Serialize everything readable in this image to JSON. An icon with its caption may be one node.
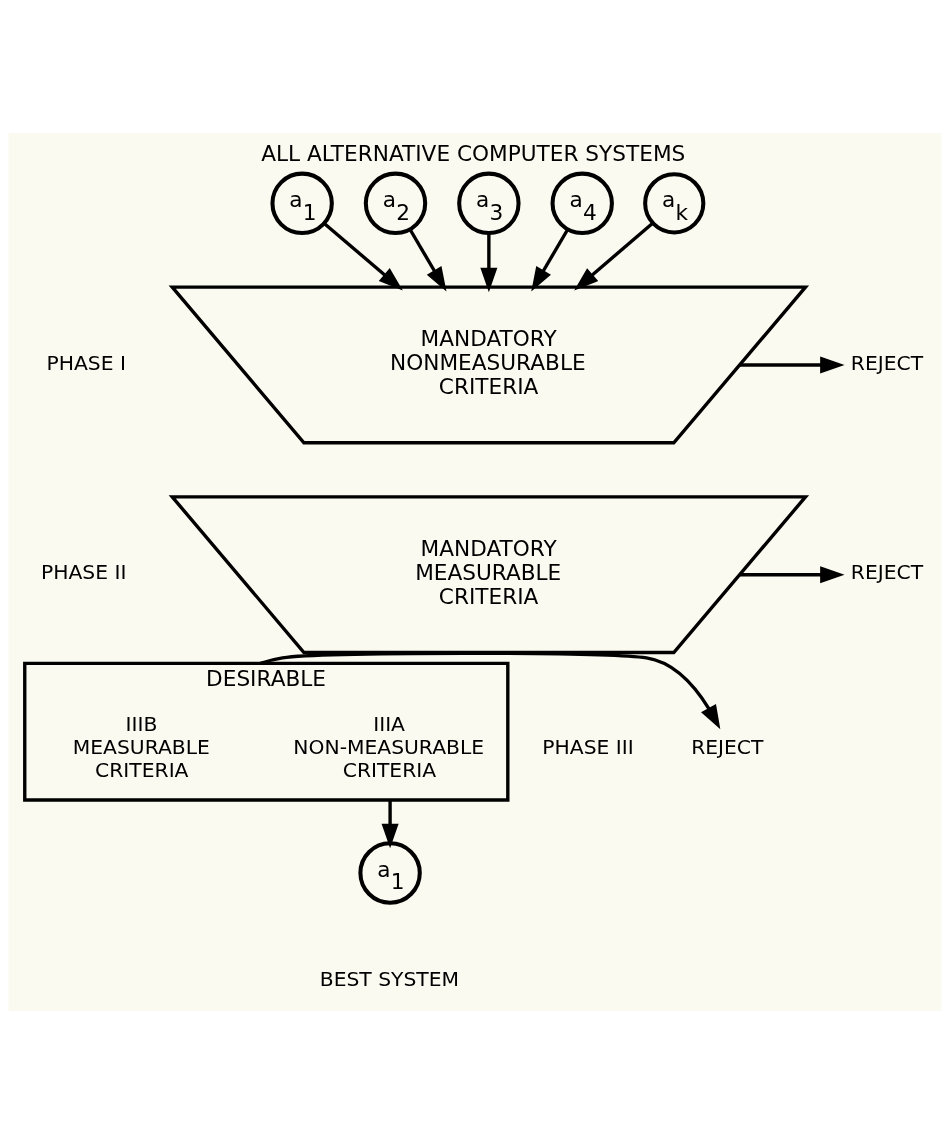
{
  "diagram": {
    "title": "ALL ALTERNATIVE COMPUTER SYSTEMS",
    "nodes": [
      {
        "text": [
          "a$_{1}$"
        ]
      },
      {
        "text": [
          "a$_{2}$"
        ]
      },
      {
        "text": [
          "a$_{3}$"
        ]
      },
      {
        "text": [
          "a$_{4}$"
        ]
      },
      {
        "text": [
          "a$_{k}$"
        ]
      },
      {
        "text": [
          "MANDATORY NONMEASURABLE CRITERIA"
        ],
        "beside": [
          "PHASE I"
        ]
      },
      {
        "text": [
          "MANDATORY MEASURABLE CRITERIA"
        ],
        "beside": [
          "PHASE II"
        ]
      },
      {
        "text": [
          "DESIRABLE"
        ],
        "beside": [
          "PHASE III"
        ]
      },
      {
        "text": [
          "IIIA",
          "NON-MEASURABLE CRITERIA"
        ],
        "in": 7
      },
      {
        "text": [
          "IIIB",
          "MEASURABLE CRITERIA"
        ],
        "in": 7
      },
      {
        "text": [
          "REJECT"
        ]
      },
      {
        "text": [
          "REJECT"
        ]
      },
      {
        "text": [
          "REJECT"
        ]
      },
      {
        "text": [
          "a$_{1}$"
        ],
        "beside": [
          "BEST SYSTEM"
        ]
      }
    ],
    "edges": [
      {
        "from": 0,
        "to": 5,
        "arrow": "to"
      },
      {
        "from": 1,
        "to": 5,
        "arrow": "to"
      },
      {
        "from": 2,
        "to": 5,
        "arrow": "to"
      },
      {
        "from": 3,
        "to": 5,
        "arrow": "to"
      },
      {
        "from": 4,
        "to": 5,
        "arrow": "to"
      },
      {
        "from": 5,
        "to": 10,
        "arrow": "to"
      },
      {
        "from": 6,
        "to": 11,
        "arrow": "to"
      },
      {
        "from": 7,
        "to": 12,
        "arrow": "to"
      },
      {
        "from": 7,
        "to": 13,
        "arrow": "to"
      }
    ]
  }
}
